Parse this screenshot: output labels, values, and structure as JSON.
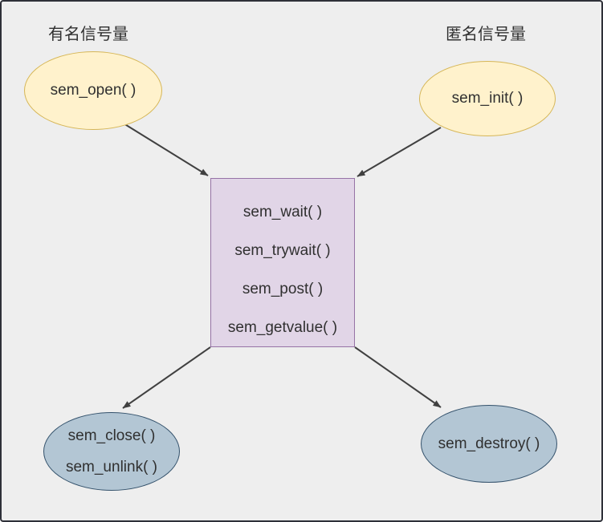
{
  "diagram": {
    "title_labels": {
      "named": "有名信号量",
      "anonymous": "匿名信号量"
    },
    "nodes": {
      "sem_open": {
        "shape": "ellipse",
        "lines": [
          "sem_open( )"
        ],
        "fill": "#fff2cc",
        "stroke": "#d6b656"
      },
      "sem_init": {
        "shape": "ellipse",
        "lines": [
          "sem_init( )"
        ],
        "fill": "#fff2cc",
        "stroke": "#d6b656"
      },
      "core": {
        "shape": "rect",
        "lines": [
          "sem_wait( )",
          "sem_trywait( )",
          "sem_post( )",
          "sem_getvalue( )"
        ],
        "fill": "#e1d5e7",
        "stroke": "#9673a6"
      },
      "sem_close_unlink": {
        "shape": "ellipse",
        "lines": [
          "sem_close( )",
          "sem_unlink( )"
        ],
        "fill": "#b3c6d4",
        "stroke": "#33516b"
      },
      "sem_destroy": {
        "shape": "ellipse",
        "lines": [
          "sem_destroy( )"
        ],
        "fill": "#b3c6d4",
        "stroke": "#33516b"
      }
    },
    "edges": [
      {
        "from": "sem_open",
        "to": "core"
      },
      {
        "from": "sem_init",
        "to": "core"
      },
      {
        "from": "core",
        "to": "sem_close_unlink"
      },
      {
        "from": "core",
        "to": "sem_destroy"
      }
    ],
    "colors": {
      "background": "#eeeeee",
      "canvas_border": "#2e3038",
      "arrow": "#404040",
      "text": "#303030"
    }
  }
}
